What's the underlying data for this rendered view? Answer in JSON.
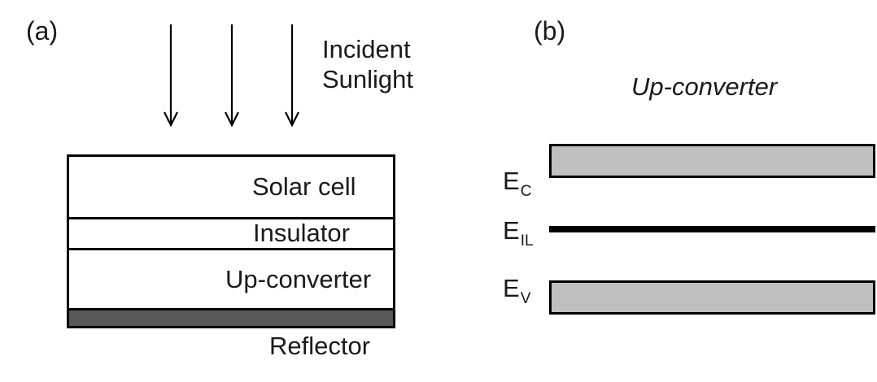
{
  "colors": {
    "background": "#ffffff",
    "stroke": "#000000",
    "reflector_fill": "#595959",
    "band_fill": "#bfbfbf",
    "text": "#1a1a1a"
  },
  "panel_a": {
    "label": "(a)",
    "incident_line1": "Incident",
    "incident_line2": "Sunlight",
    "arrow_count": 3,
    "layers": {
      "solar_cell": "Solar cell",
      "insulator": "Insulator",
      "up_converter": "Up-converter",
      "reflector": "Reflector"
    }
  },
  "panel_b": {
    "label": "(b)",
    "title": "Up-converter",
    "levels": {
      "ec_main": "E",
      "ec_sub": "C",
      "eil_main": "E",
      "eil_sub": "IL",
      "ev_main": "E",
      "ev_sub": "V"
    }
  }
}
